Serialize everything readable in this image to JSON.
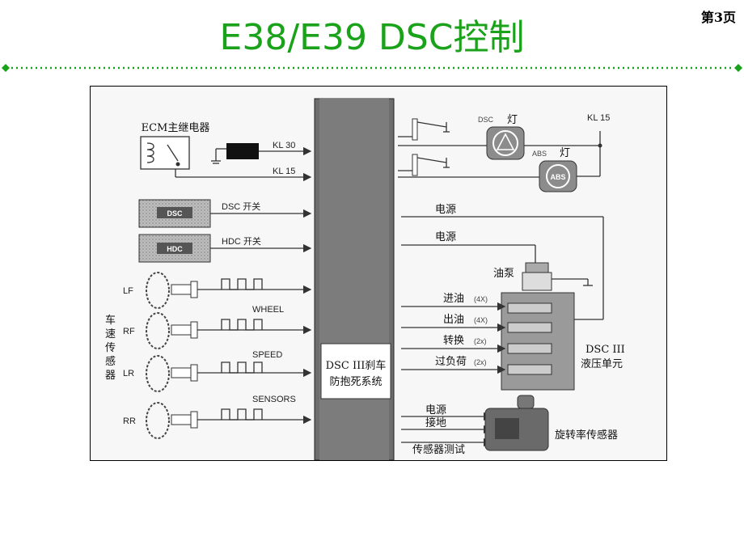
{
  "header": {
    "page_number": "第3页",
    "title": "E38/E39 DSC控制"
  },
  "diagram": {
    "ecm_relay": "ECM主继电器",
    "kl30": "KL 30",
    "kl15_left": "KL 15",
    "kl15_right": "KL 15",
    "dsc_switch_box": "DSC",
    "dsc_switch_label": "DSC  开关",
    "hdc_switch_box": "HDC",
    "hdc_switch_label": "HDC  开关",
    "wheel_lf": "LF",
    "wheel_rf": "RF",
    "wheel_lr": "LR",
    "wheel_rr": "RR",
    "signal_wheel": "WHEEL",
    "signal_speed": "SPEED",
    "signal_sensors": "SENSORS",
    "speed_sensor_vertical": [
      "车",
      "速",
      "传",
      "感",
      "器"
    ],
    "module_line1": "DSC III刹车",
    "module_line2": "防抱死系统",
    "dsc_lamp_tag": "DSC",
    "dsc_lamp": "灯",
    "abs_lamp_tag": "ABS",
    "abs_lamp": "灯",
    "power1": "电源",
    "power2": "电源",
    "oil_pump": "油泵",
    "inlet": "进油",
    "inlet_count": "(4X)",
    "outlet": "出油",
    "outlet_count": "(4X)",
    "switchover": "转换",
    "switchover_count": "(2x)",
    "overload": "过负荷",
    "overload_count": "(2x)",
    "hydraulic_line1": "DSC III",
    "hydraulic_line2": "液压单元",
    "yaw_power": "电源",
    "yaw_ground": "接地",
    "yaw_test": "传感器测试",
    "yaw_sensor": "旋转率传感器"
  },
  "colors": {
    "title": "#1aa31a",
    "divider": "#1aa31a"
  }
}
